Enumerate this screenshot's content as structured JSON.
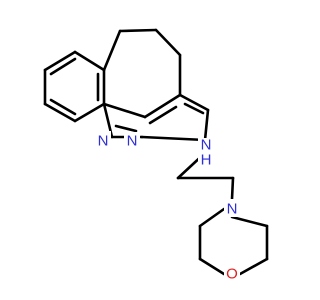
{
  "molecule": {
    "colors": {
      "bond": "#000000",
      "nitrogen": "#2f2fd6",
      "oxygen": "#e02020"
    },
    "atoms": [
      {
        "id": "n-ring-1",
        "symbol": "N",
        "element": "nitrogen"
      },
      {
        "id": "n-ring-2",
        "symbol": "N",
        "element": "nitrogen"
      },
      {
        "id": "n-amine",
        "symbol": "N",
        "element": "nitrogen"
      },
      {
        "id": "h-amine",
        "symbol": "H",
        "element": "nitrogen"
      },
      {
        "id": "n-morpholine",
        "symbol": "N",
        "element": "nitrogen"
      },
      {
        "id": "o-morpholine",
        "symbol": "O",
        "element": "oxygen"
      }
    ]
  }
}
